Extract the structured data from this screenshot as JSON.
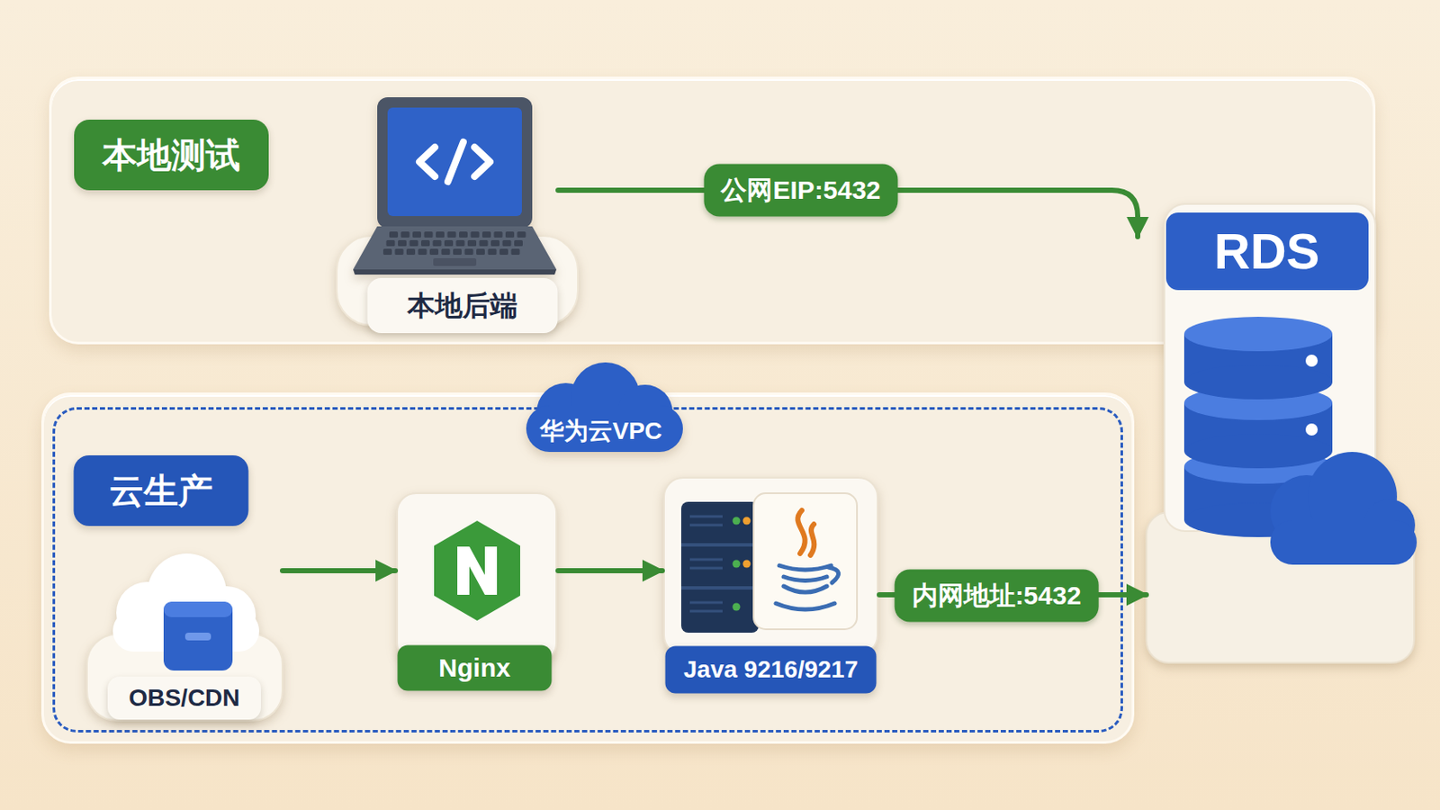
{
  "diagram": {
    "nodes": [
      {
        "text": [
          "本地测试"
        ]
      },
      {
        "text": [
          "本地后端"
        ],
        "in": 0
      },
      {
        "text": [
          "RDS"
        ]
      },
      {
        "text": [
          "华为云VPC",
          "云生产"
        ]
      },
      {
        "text": [
          "OBS/CDN"
        ],
        "in": 3
      },
      {
        "text": [
          "Nginx"
        ],
        "in": 3
      },
      {
        "text": [
          "Java 9216/9217"
        ],
        "in": 3
      }
    ],
    "edges": [
      {
        "from": 1,
        "to": 2,
        "arrow": "to",
        "label": "公网EIP:5432"
      },
      {
        "from": 4,
        "to": 5,
        "arrow": "to"
      },
      {
        "from": 5,
        "to": 6,
        "arrow": "to"
      },
      {
        "from": 6,
        "to": 2,
        "arrow": "to",
        "label": "内网地址:5432"
      }
    ]
  }
}
